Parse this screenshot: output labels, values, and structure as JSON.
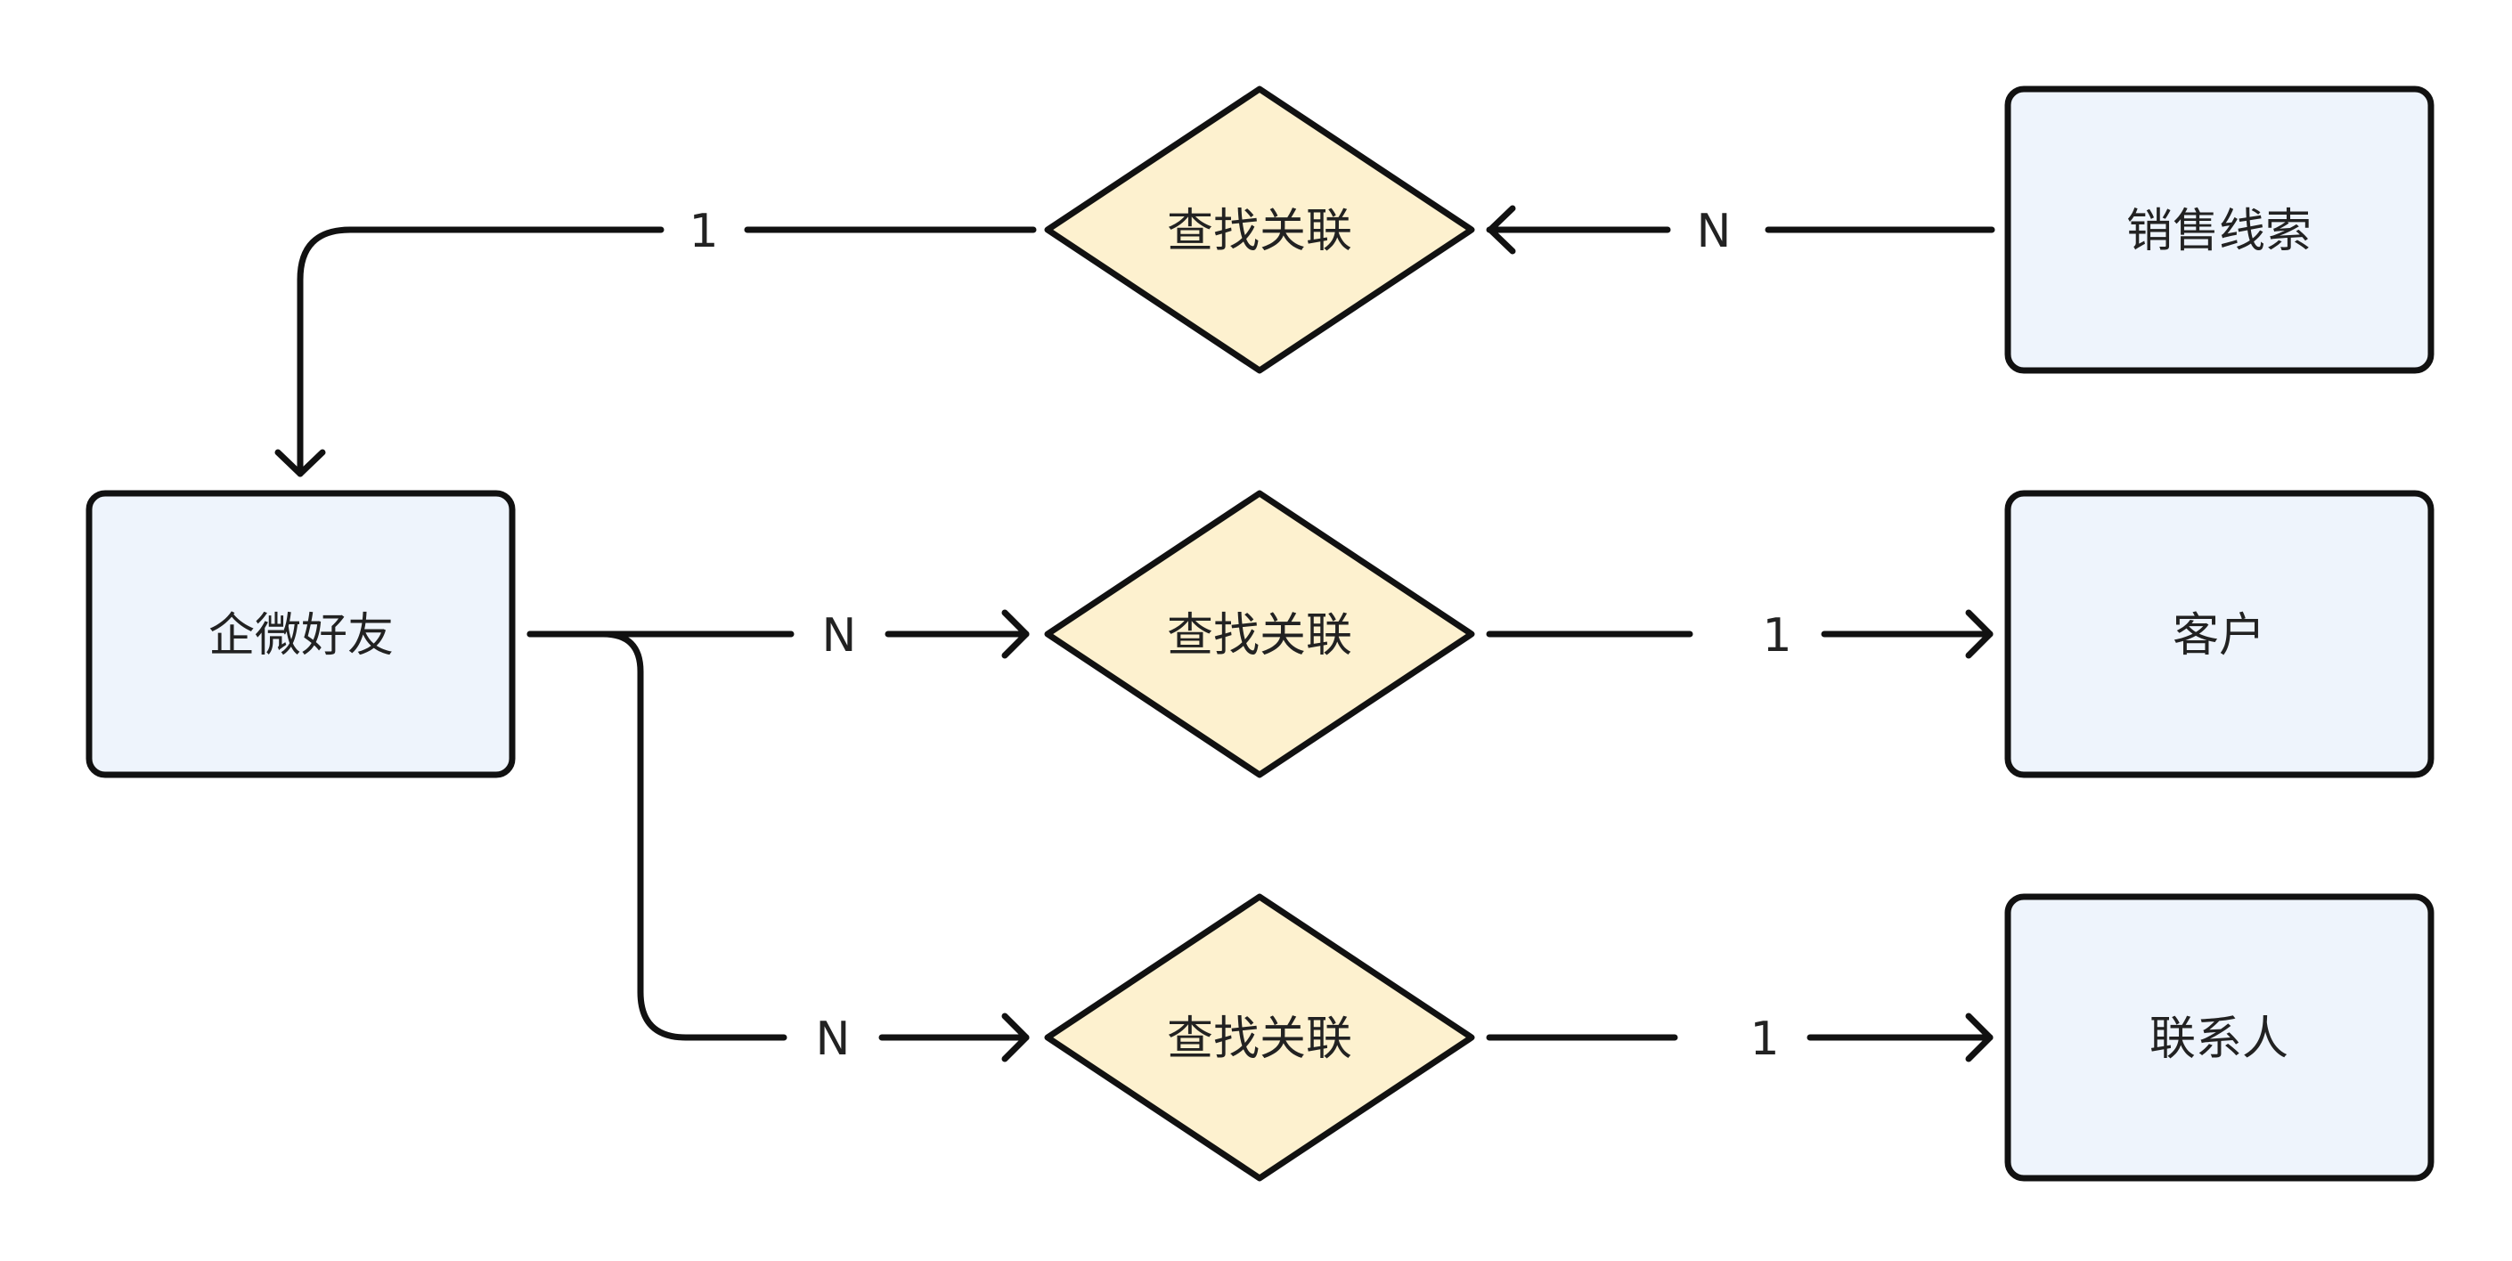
{
  "colors": {
    "entity_fill": "#eef4fc",
    "relation_fill": "#fdf1cf",
    "stroke": "#111111",
    "text": "#222222"
  },
  "entities": {
    "lead": "销售线索",
    "friend": "企微好友",
    "customer": "客户",
    "contact": "联系人"
  },
  "relations": {
    "top": "查找关联",
    "middle": "查找关联",
    "bottom": "查找关联"
  },
  "cardinalities": {
    "top_left": "1",
    "top_right": "N",
    "middle_left": "N",
    "middle_right": "1",
    "bottom_left": "N",
    "bottom_right": "1"
  }
}
